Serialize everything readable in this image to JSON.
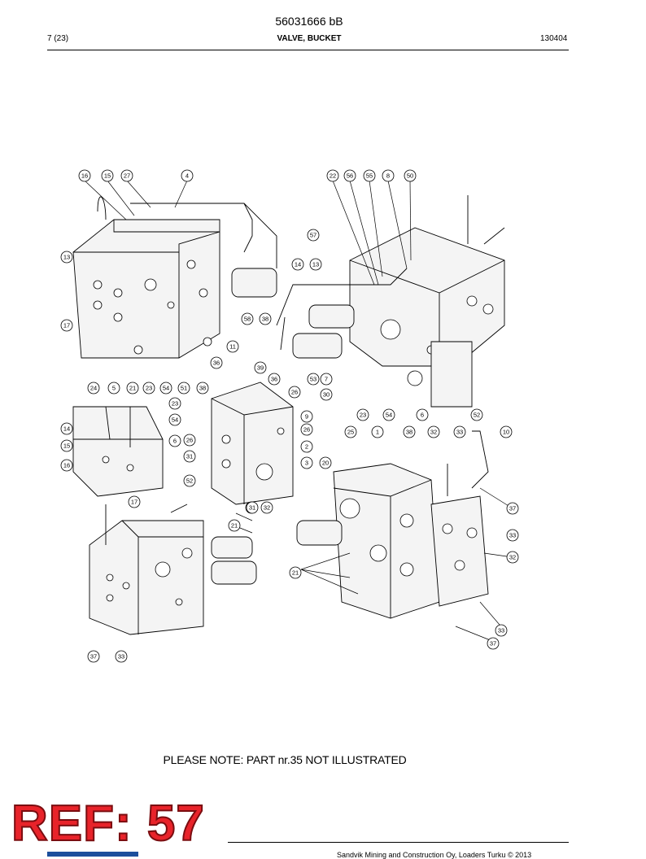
{
  "header": {
    "document_number": "56031666 bB",
    "page_index": "7 (23)",
    "section_title": "VALVE, BUCKET",
    "page_code": "130404"
  },
  "callouts": {
    "top_left_assembly": [
      "16",
      "15",
      "27",
      "4",
      "13",
      "17",
      "24",
      "5",
      "21",
      "23",
      "54",
      "51",
      "38",
      "11",
      "58",
      "38"
    ],
    "top_right_assembly": [
      "22",
      "56",
      "55",
      "8",
      "50",
      "57",
      "14",
      "13",
      "53",
      "7",
      "30",
      "23",
      "54",
      "6",
      "52"
    ],
    "middle_small_blocks": [
      "36",
      "39",
      "36",
      "26",
      "9",
      "26",
      "2",
      "3",
      "31",
      "52",
      "26",
      "31",
      "23",
      "54",
      "14",
      "15",
      "16",
      "6",
      "17"
    ],
    "bottom_left_assembly": [
      "21",
      "37",
      "33"
    ],
    "bottom_right_assembly": [
      "25",
      "1",
      "38",
      "32",
      "33",
      "10",
      "20",
      "32",
      "31",
      "37",
      "33",
      "32",
      "21",
      "33",
      "37"
    ]
  },
  "note": "PLEASE NOTE: PART nr.35 NOT ILLUSTRATED",
  "ref_stamp": "REF: 57",
  "footer": {
    "text": "Sandvik Mining and Construction Oy, Loaders Turku © 2013"
  }
}
